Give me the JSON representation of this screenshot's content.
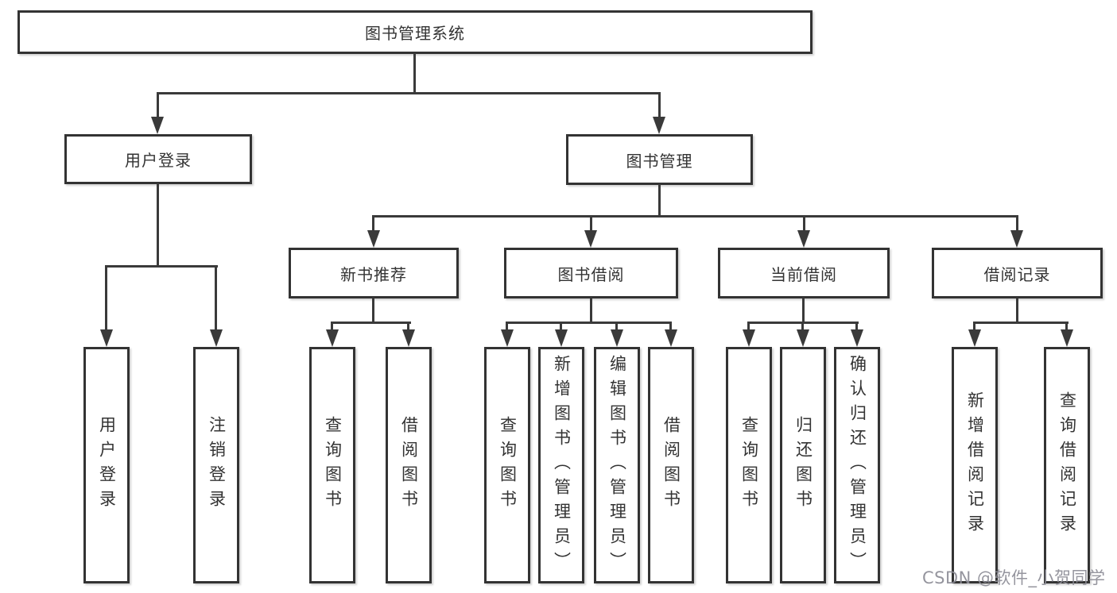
{
  "tree": {
    "root": "图书管理系统",
    "branches": [
      {
        "label": "用户登录",
        "leaves": [
          "用户登录",
          "注销登录"
        ]
      },
      {
        "label": "图书管理",
        "sections": [
          {
            "label": "新书推荐",
            "leaves": [
              "查询图书",
              "借阅图书"
            ]
          },
          {
            "label": "图书借阅",
            "leaves": [
              "查询图书",
              "新增图书（管理员）",
              "编辑图书（管理员）",
              "借阅图书"
            ]
          },
          {
            "label": "当前借阅",
            "leaves": [
              "查询图书",
              "归还图书",
              "确认归还（管理员）"
            ]
          },
          {
            "label": "借阅记录",
            "leaves": [
              "新增借阅记录",
              "查询借阅记录"
            ]
          }
        ]
      }
    ]
  },
  "watermark": {
    "text": "CSDN @软件_小贺同学"
  },
  "colors": {
    "line": "#3a3a3a",
    "box_border": "#333333",
    "text": "#333333",
    "watermark": "#8c8c96",
    "background": "#ffffff"
  }
}
